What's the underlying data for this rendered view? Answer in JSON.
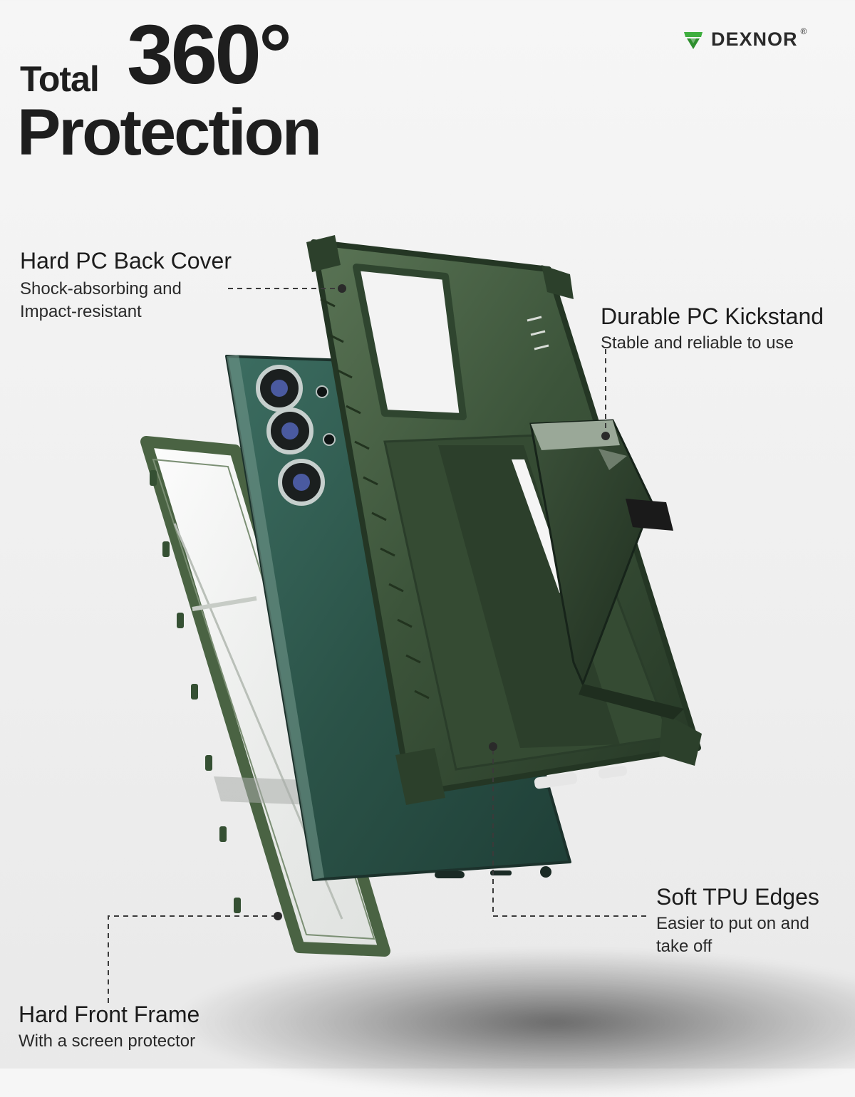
{
  "headline": {
    "total": "Total",
    "degrees": "360°",
    "protection": "Protection"
  },
  "brand": {
    "name": "DEXNOR",
    "registered": "®",
    "logo_icon": "dexnor-logo-icon",
    "logo_color": "#3fae3f"
  },
  "callouts": {
    "back_cover": {
      "title": "Hard PC Back Cover",
      "sub1": "Shock-absorbing and",
      "sub2": "Impact-resistant"
    },
    "kickstand": {
      "title": "Durable PC Kickstand",
      "sub1": "Stable and reliable to use"
    },
    "tpu_edges": {
      "title": "Soft TPU Edges",
      "sub1": "Easier to put on and",
      "sub2": "take off"
    },
    "front_frame": {
      "title": "Hard Front Frame",
      "sub1": "With a screen protector"
    }
  },
  "product_colors": {
    "case_green": "#3f5a3e",
    "case_dark": "#2b3f2b",
    "phone_teal": "#2e5a4f",
    "frame_green": "#47603f"
  }
}
